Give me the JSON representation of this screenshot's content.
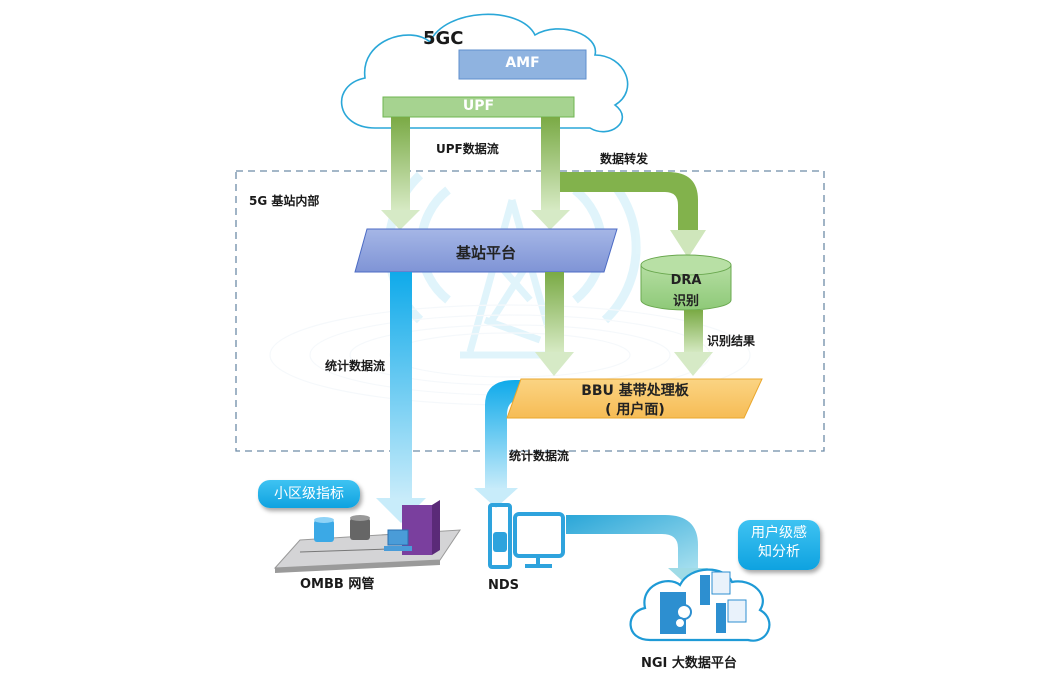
{
  "core": {
    "title": "5GC",
    "amf": "AMF",
    "upf": "UPF"
  },
  "flows": {
    "upf_stream": "UPF数据流",
    "forward": "数据转发",
    "stats_left": "统计数据流",
    "stats_right": "统计数据流",
    "result": "识别结果"
  },
  "base_station": {
    "region_label": "5G 基站内部",
    "platform": "基站平台",
    "dra_line1": "DRA",
    "dra_line2": "识别",
    "bbu_line1": "BBU 基带处理板",
    "bbu_line2": "( 用户面)"
  },
  "systems": {
    "ombb_badge": "小区级指标",
    "ombb_label": "OMBB 网管",
    "nds_label": "NDS",
    "ngi_badge_line1": "用户级感",
    "ngi_badge_line2": "知分析",
    "ngi_label": "NGI 大数据平台"
  },
  "colors": {
    "green_flow": "#7aaa45",
    "blue_flow": "#12aaea",
    "amf_box": "#8fb3e0",
    "upf_box": "#9fd08a",
    "platform_box": "#8fa3de",
    "bbu_box": "#f8c56a",
    "dra_cyl": "#9ed38a",
    "dashed_border": "#6e8ca8"
  }
}
